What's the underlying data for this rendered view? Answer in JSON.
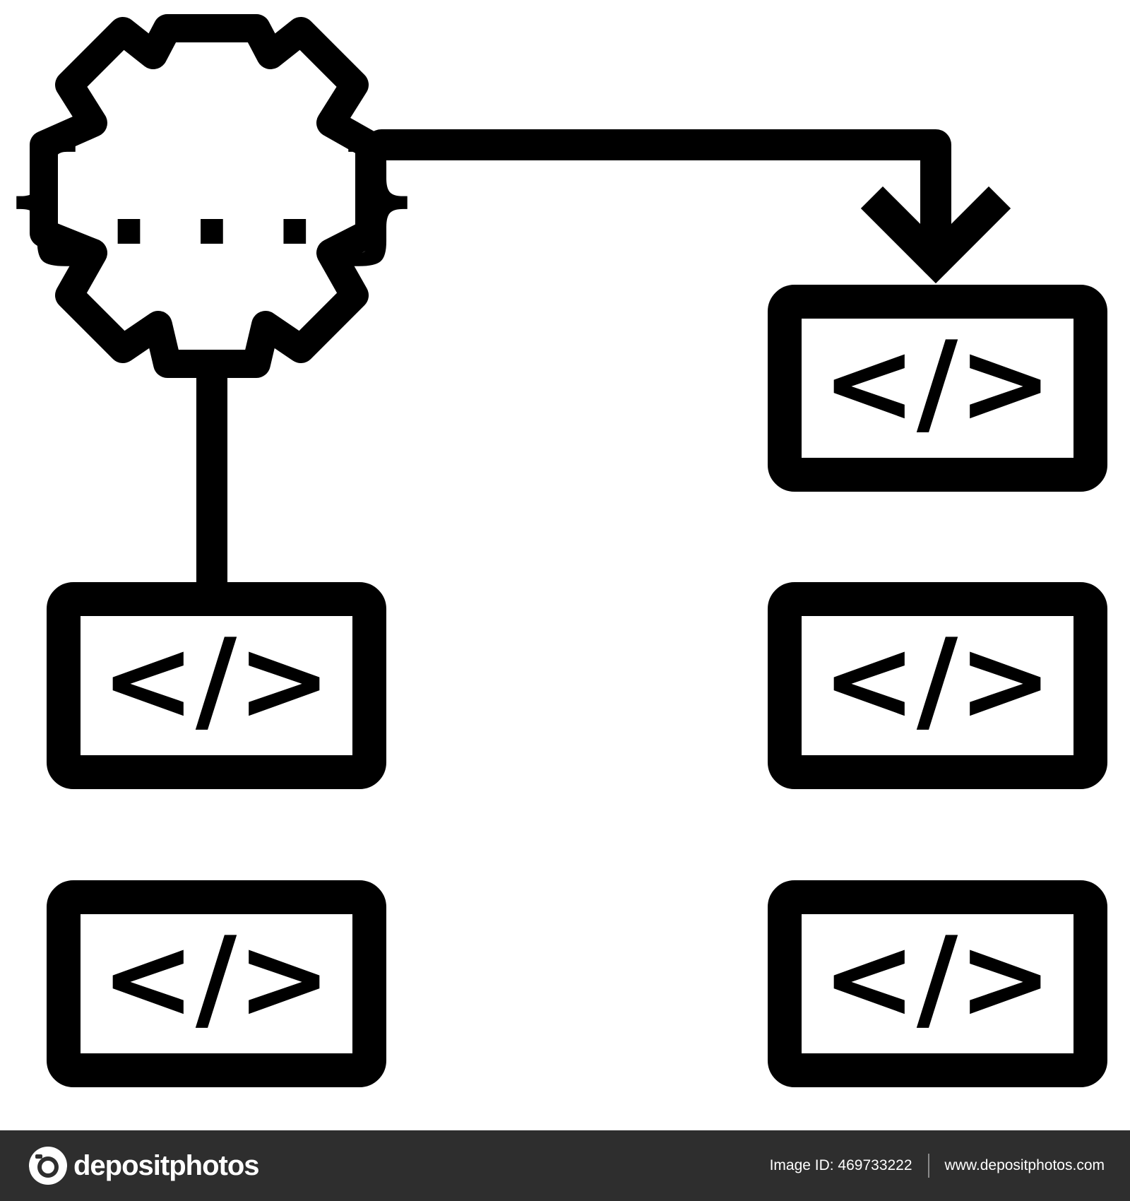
{
  "diagram": {
    "code_tag": "</>",
    "gear_label": "{...}"
  },
  "footer": {
    "logo_text": "depositphotos",
    "image_id": "Image ID: 469733222",
    "url": "www.depositphotos.com"
  },
  "colors": {
    "stroke": "#000000",
    "background": "#ffffff",
    "footer_bg": "#2e2e2e",
    "footer_text": "#ffffff"
  }
}
